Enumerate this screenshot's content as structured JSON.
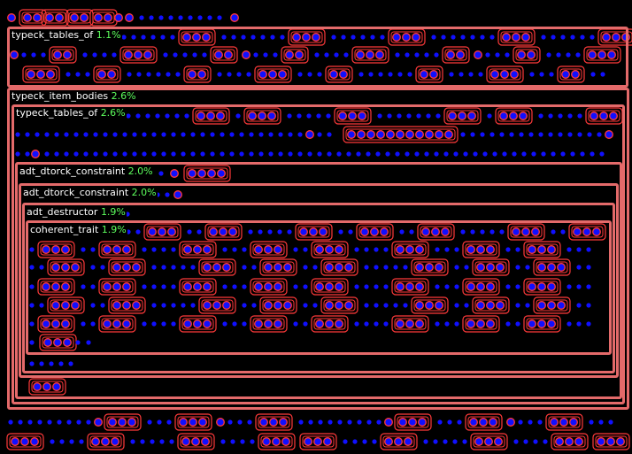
{
  "colors": {
    "background": "#000000",
    "border": "#e46a6a",
    "node_outline": "#ff3a3a",
    "node_fill": "#1010ff",
    "label_text": "#ffffff",
    "percent_text": "#5dff5d"
  },
  "frames": [
    {
      "id": "f1",
      "name": "typeck_tables_of",
      "percent": "1.1%"
    },
    {
      "id": "f2",
      "name": "typeck_item_bodies",
      "percent": "2.6%"
    },
    {
      "id": "f3",
      "name": "typeck_tables_of",
      "percent": "2.6%"
    },
    {
      "id": "f4",
      "name": "adt_dtorck_constraint",
      "percent": "2.0%"
    },
    {
      "id": "f5",
      "name": "adt_dtorck_constraint",
      "percent": "2.0%"
    },
    {
      "id": "f6",
      "name": "adt_destructor",
      "percent": "1.9%"
    },
    {
      "id": "f7",
      "name": "coherent_trait",
      "percent": "1.9%"
    }
  ]
}
